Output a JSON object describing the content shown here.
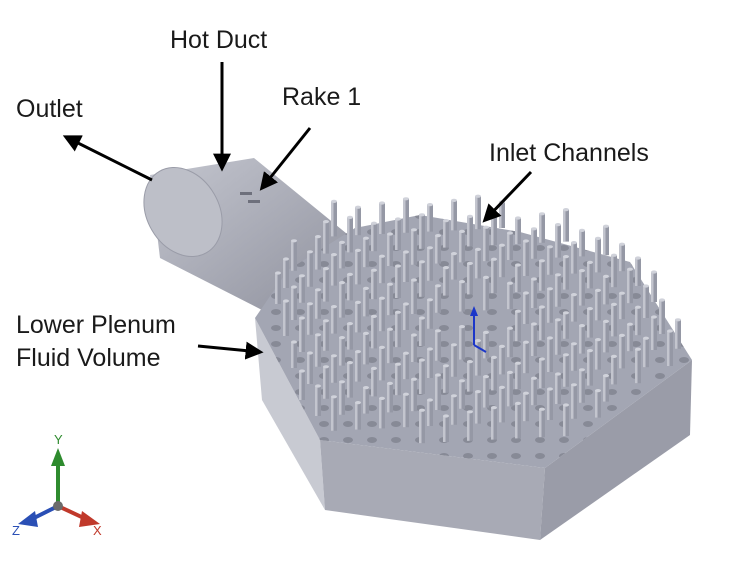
{
  "labels": {
    "outlet": "Outlet",
    "hot_duct": "Hot Duct",
    "rake": "Rake 1",
    "inlet_channels": "Inlet Channels",
    "lower_plenum_line1": "Lower Plenum",
    "lower_plenum_line2": "Fluid Volume"
  },
  "triad": {
    "x": "X",
    "y": "Y",
    "z": "Z"
  },
  "colors": {
    "model_top": "#a3a6b3",
    "model_side_left": "#c8cad2",
    "model_side_front": "#9a9ca8",
    "axis_x": "#c0392b",
    "axis_y": "#2e8b2e",
    "axis_z": "#2a4fb5",
    "arrow": "#000000"
  }
}
